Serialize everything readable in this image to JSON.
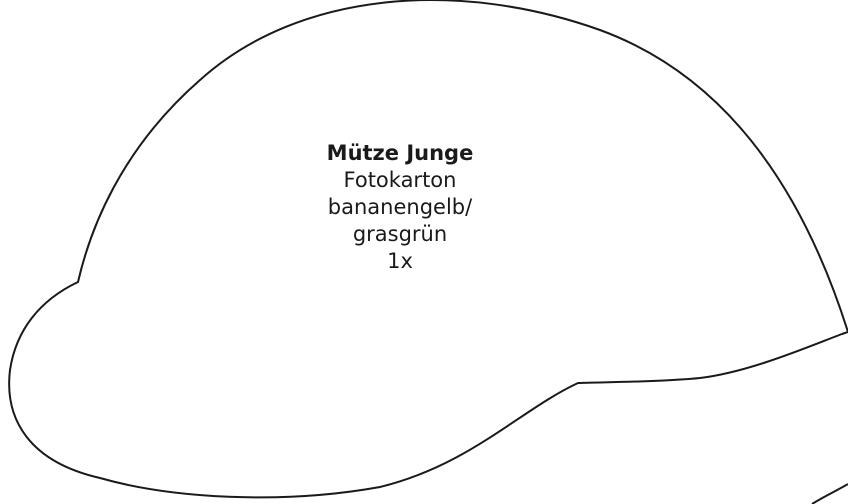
{
  "template": {
    "title": "Mütze Junge",
    "material": "Fotokarton",
    "color_1": "bananengelb/",
    "color_2": "grasgrün",
    "quantity": "1x"
  },
  "style": {
    "stroke_color": "#1a1a1a",
    "fill_color": "#ffffff"
  }
}
